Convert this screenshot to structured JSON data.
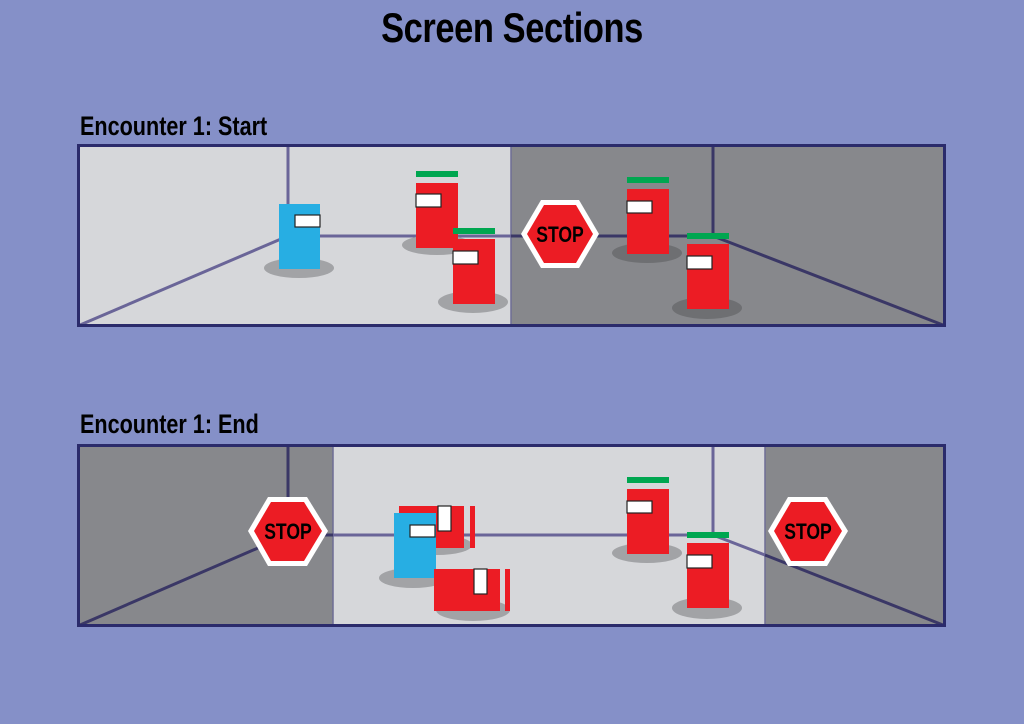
{
  "title": "Screen Sections",
  "colors": {
    "background": "#8590c8",
    "light_section": "#d6d7da",
    "dark_section": "#87888c",
    "frame": "#2b2b6b",
    "wall_lines_light": "#6a6598",
    "wall_lines_dark": "#3a3766",
    "player": "#27aee3",
    "enemy": "#ec1c24",
    "health_bar": "#00a650",
    "shadow_light": "#a2a3a6",
    "shadow_dark": "#6e6f72",
    "stop_sign": "#ec1c24",
    "stop_border": "#ffffff",
    "visor": "#ffffff"
  },
  "panels": [
    {
      "id": "start",
      "label": "Encounter 1: Start",
      "sections": [
        {
          "name": "active-section",
          "shade": "light"
        },
        {
          "name": "locked-section",
          "shade": "dark"
        }
      ],
      "stop_signs": [
        {
          "text": "STOP",
          "position": "boundary-center"
        }
      ],
      "characters": [
        {
          "type": "player",
          "state": "standing",
          "name": "player"
        },
        {
          "type": "enemy",
          "state": "standing",
          "health": 1.0,
          "name": "enemy-1"
        },
        {
          "type": "enemy",
          "state": "standing",
          "health": 1.0,
          "name": "enemy-2"
        },
        {
          "type": "enemy",
          "state": "standing",
          "health": 1.0,
          "name": "enemy-3"
        },
        {
          "type": "enemy",
          "state": "standing",
          "health": 1.0,
          "name": "enemy-4"
        }
      ]
    },
    {
      "id": "end",
      "label": "Encounter 1: End",
      "sections": [
        {
          "name": "locked-left-section",
          "shade": "dark"
        },
        {
          "name": "active-section",
          "shade": "light"
        },
        {
          "name": "locked-right-section",
          "shade": "dark"
        }
      ],
      "stop_signs": [
        {
          "text": "STOP",
          "position": "left-boundary"
        },
        {
          "text": "STOP",
          "position": "right-boundary"
        }
      ],
      "characters": [
        {
          "type": "enemy",
          "state": "defeated",
          "name": "enemy-1"
        },
        {
          "type": "player",
          "state": "standing",
          "name": "player"
        },
        {
          "type": "enemy",
          "state": "defeated",
          "name": "enemy-2"
        },
        {
          "type": "enemy",
          "state": "standing",
          "health": 1.0,
          "name": "enemy-3"
        },
        {
          "type": "enemy",
          "state": "standing",
          "health": 1.0,
          "name": "enemy-4"
        }
      ]
    }
  ]
}
